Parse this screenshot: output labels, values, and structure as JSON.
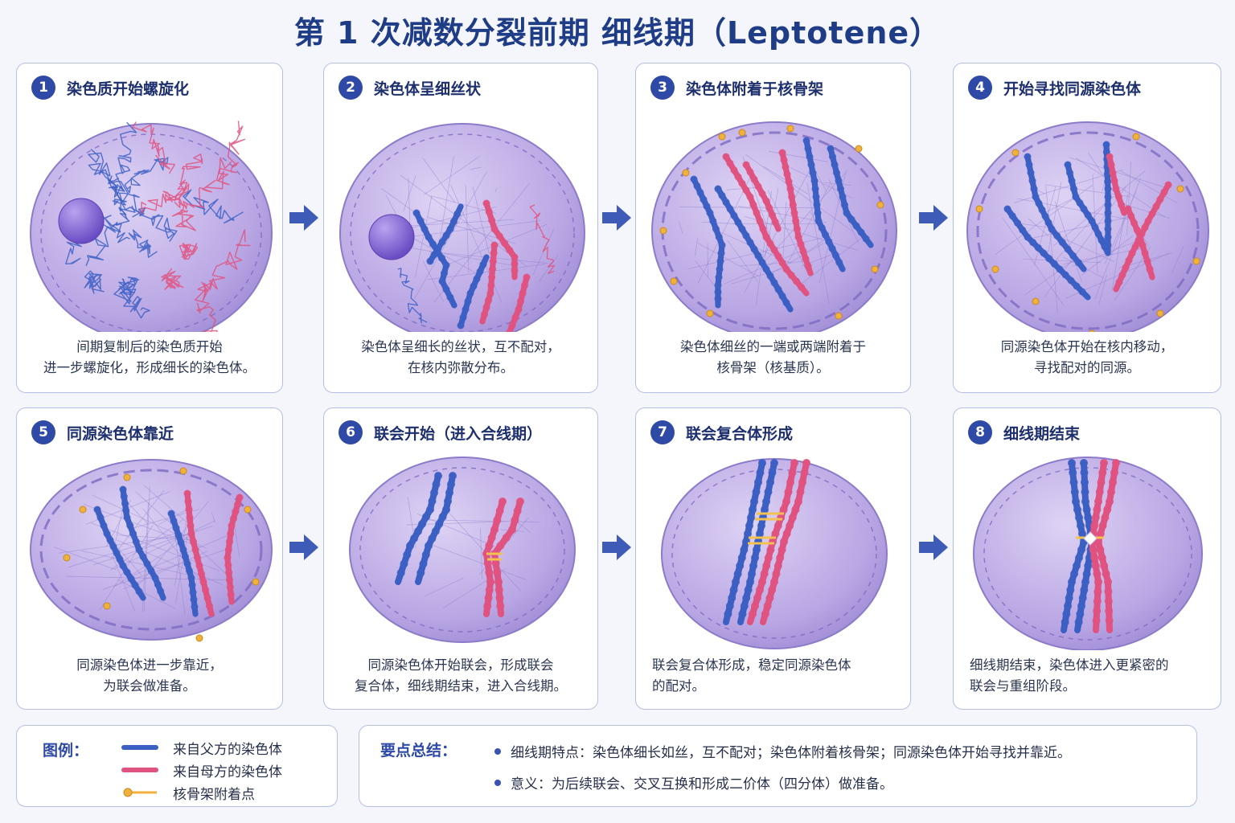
{
  "title": "第 1 次减数分裂前期 细线期（Leptotene）",
  "colors": {
    "paternal": "#3c5fc4",
    "maternal": "#e0527f",
    "attachment": "#f0b23c",
    "accent": "#2f4aa6"
  },
  "panels": [
    {
      "num": "1",
      "title": "染色质开始螺旋化",
      "caption": [
        "间期复制后的染色质开始",
        "进一步螺旋化，形成细长的染色体。"
      ]
    },
    {
      "num": "2",
      "title": "染色体呈细丝状",
      "caption": [
        "染色体呈细长的丝状，互不配对，",
        "在核内弥散分布。"
      ]
    },
    {
      "num": "3",
      "title": "染色体附着于核骨架",
      "caption": [
        "染色体细丝的一端或两端附着于",
        "核骨架（核基质）。"
      ]
    },
    {
      "num": "4",
      "title": "开始寻找同源染色体",
      "caption": [
        "同源染色体开始在核内移动，",
        "寻找配对的同源。"
      ]
    },
    {
      "num": "5",
      "title": "同源染色体靠近",
      "caption": [
        "同源染色体进一步靠近，",
        "为联会做准备。"
      ]
    },
    {
      "num": "6",
      "title": "联会开始（进入合线期）",
      "caption": [
        "同源染色体开始联会，形成联会",
        "复合体，细线期结束，进入合线期。"
      ]
    },
    {
      "num": "7",
      "title": "联会复合体形成",
      "caption": [
        "联会复合体形成，稳定同源染色体",
        "的配对。"
      ]
    },
    {
      "num": "8",
      "title": "细线期结束",
      "caption": [
        "细线期结束，染色体进入更紧密的",
        "联会与重组阶段。"
      ]
    }
  ],
  "legend": {
    "title": "图例：",
    "items": [
      {
        "label": "来自父方的染色体"
      },
      {
        "label": "来自母方的染色体"
      },
      {
        "label": "核骨架附着点"
      }
    ]
  },
  "summary": {
    "title": "要点总结：",
    "items": [
      "细线期特点：染色体细长如丝，互不配对；染色体附着核骨架；同源染色体开始寻找并靠近。",
      "意义：为后续联会、交叉互换和形成二价体（四分体）做准备。"
    ]
  }
}
